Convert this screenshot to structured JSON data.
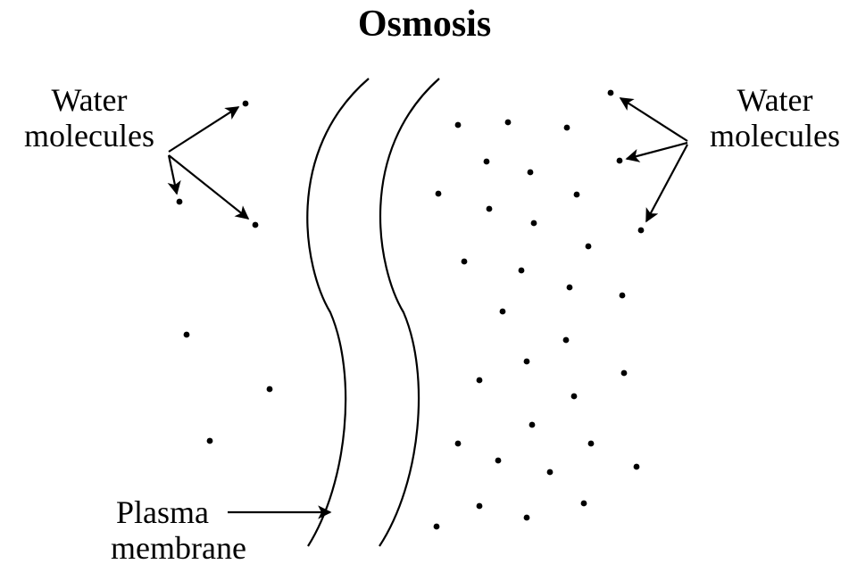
{
  "title": "Osmosis",
  "labels": {
    "water_left": {
      "line1": "Water",
      "line2": "molecules"
    },
    "water_right": {
      "line1": "Water",
      "line2": "molecules"
    },
    "plasma": {
      "line1": "Plasma",
      "line2": "membrane"
    }
  },
  "colors": {
    "ink": "#000000",
    "background": "#ffffff"
  }
}
